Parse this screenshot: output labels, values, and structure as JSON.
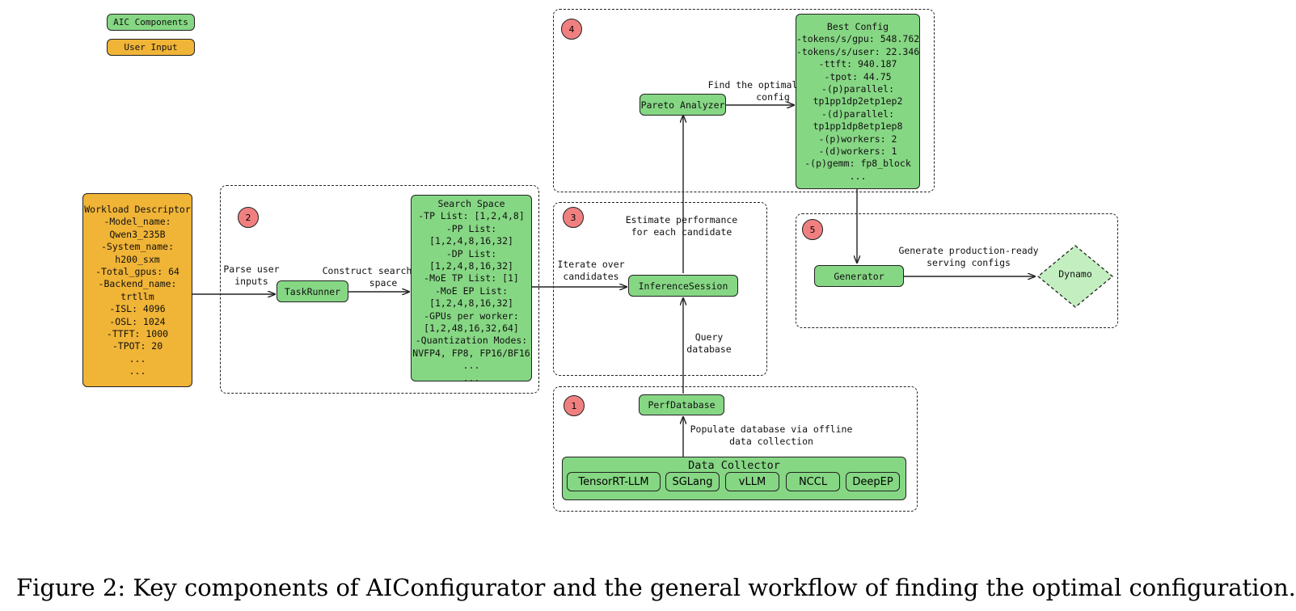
{
  "legend": {
    "aic_components": "AIC Components",
    "user_input": "User Input"
  },
  "workload": {
    "lines": [
      "Workload Descriptor",
      "-Model_name:",
      "Qwen3_235B",
      "-System_name:",
      "h200_sxm",
      "-Total_gpus: 64",
      "-Backend_name:",
      "trtllm",
      "-ISL: 4096",
      "-OSL: 1024",
      "-TTFT: 1000",
      "-TPOT: 20",
      "...",
      "..."
    ]
  },
  "badges": {
    "b1": "1",
    "b2": "2",
    "b3": "3",
    "b4": "4",
    "b5": "5"
  },
  "nodes": {
    "task_runner": "TaskRunner",
    "inference_session": "InferenceSession",
    "pareto_analyzer": "Pareto Analyzer",
    "perf_database": "PerfDatabase",
    "generator": "Generator",
    "dynamo": "Dynamo",
    "data_collector": "Data Collector"
  },
  "search_space": {
    "lines": [
      "Search Space",
      "-TP List: [1,2,4,8]",
      "-PP List:",
      "[1,2,4,8,16,32]",
      "-DP List:",
      "[1,2,4,8,16,32]",
      "-MoE TP List: [1]",
      "-MoE EP List:",
      "[1,2,4,8,16,32]",
      "-GPUs per worker:",
      "[1,2,48,16,32,64]",
      "-Quantization Modes:",
      "NVFP4, FP8, FP16/BF16",
      "...",
      "..."
    ]
  },
  "best_config": {
    "lines": [
      "Best Config",
      "-tokens/s/gpu: 548.762",
      "-tokens/s/user: 22.346",
      "-ttft: 940.187",
      "-tpot: 44.75",
      "-(p)parallel:",
      "tp1pp1dp2etp1ep2",
      "-(d)parallel:",
      "tp1pp1dp8etp1ep8",
      "-(p)workers: 2",
      "-(d)workers: 1",
      "-(p)gemm: fp8_block",
      "..."
    ]
  },
  "edges": {
    "parse_user_inputs": [
      "Parse user",
      "inputs"
    ],
    "construct_search_space": [
      "Construct search",
      "space"
    ],
    "iterate_over_candidates": [
      "Iterate over",
      "candidates"
    ],
    "estimate_performance": [
      "Estimate performance",
      "for each candidate"
    ],
    "query_database": [
      "Query",
      "database"
    ],
    "find_optimal_config": [
      "Find the optimal",
      "config"
    ],
    "populate_database": [
      "Populate database via offline",
      "data collection"
    ],
    "generate_configs": [
      "Generate production-ready",
      "serving configs"
    ]
  },
  "data_collector_tools": [
    "TensorRT-LLM",
    "SGLang",
    "vLLM",
    "NCCL",
    "DeepEP"
  ],
  "colors": {
    "green": "#86d784",
    "orange": "#f0b437",
    "badge_red": "#f08080",
    "dynamo_green": "#c3efc0"
  },
  "caption": "Figure 2: Key components of AIConfigurator and the general workflow of finding the optimal configuration."
}
